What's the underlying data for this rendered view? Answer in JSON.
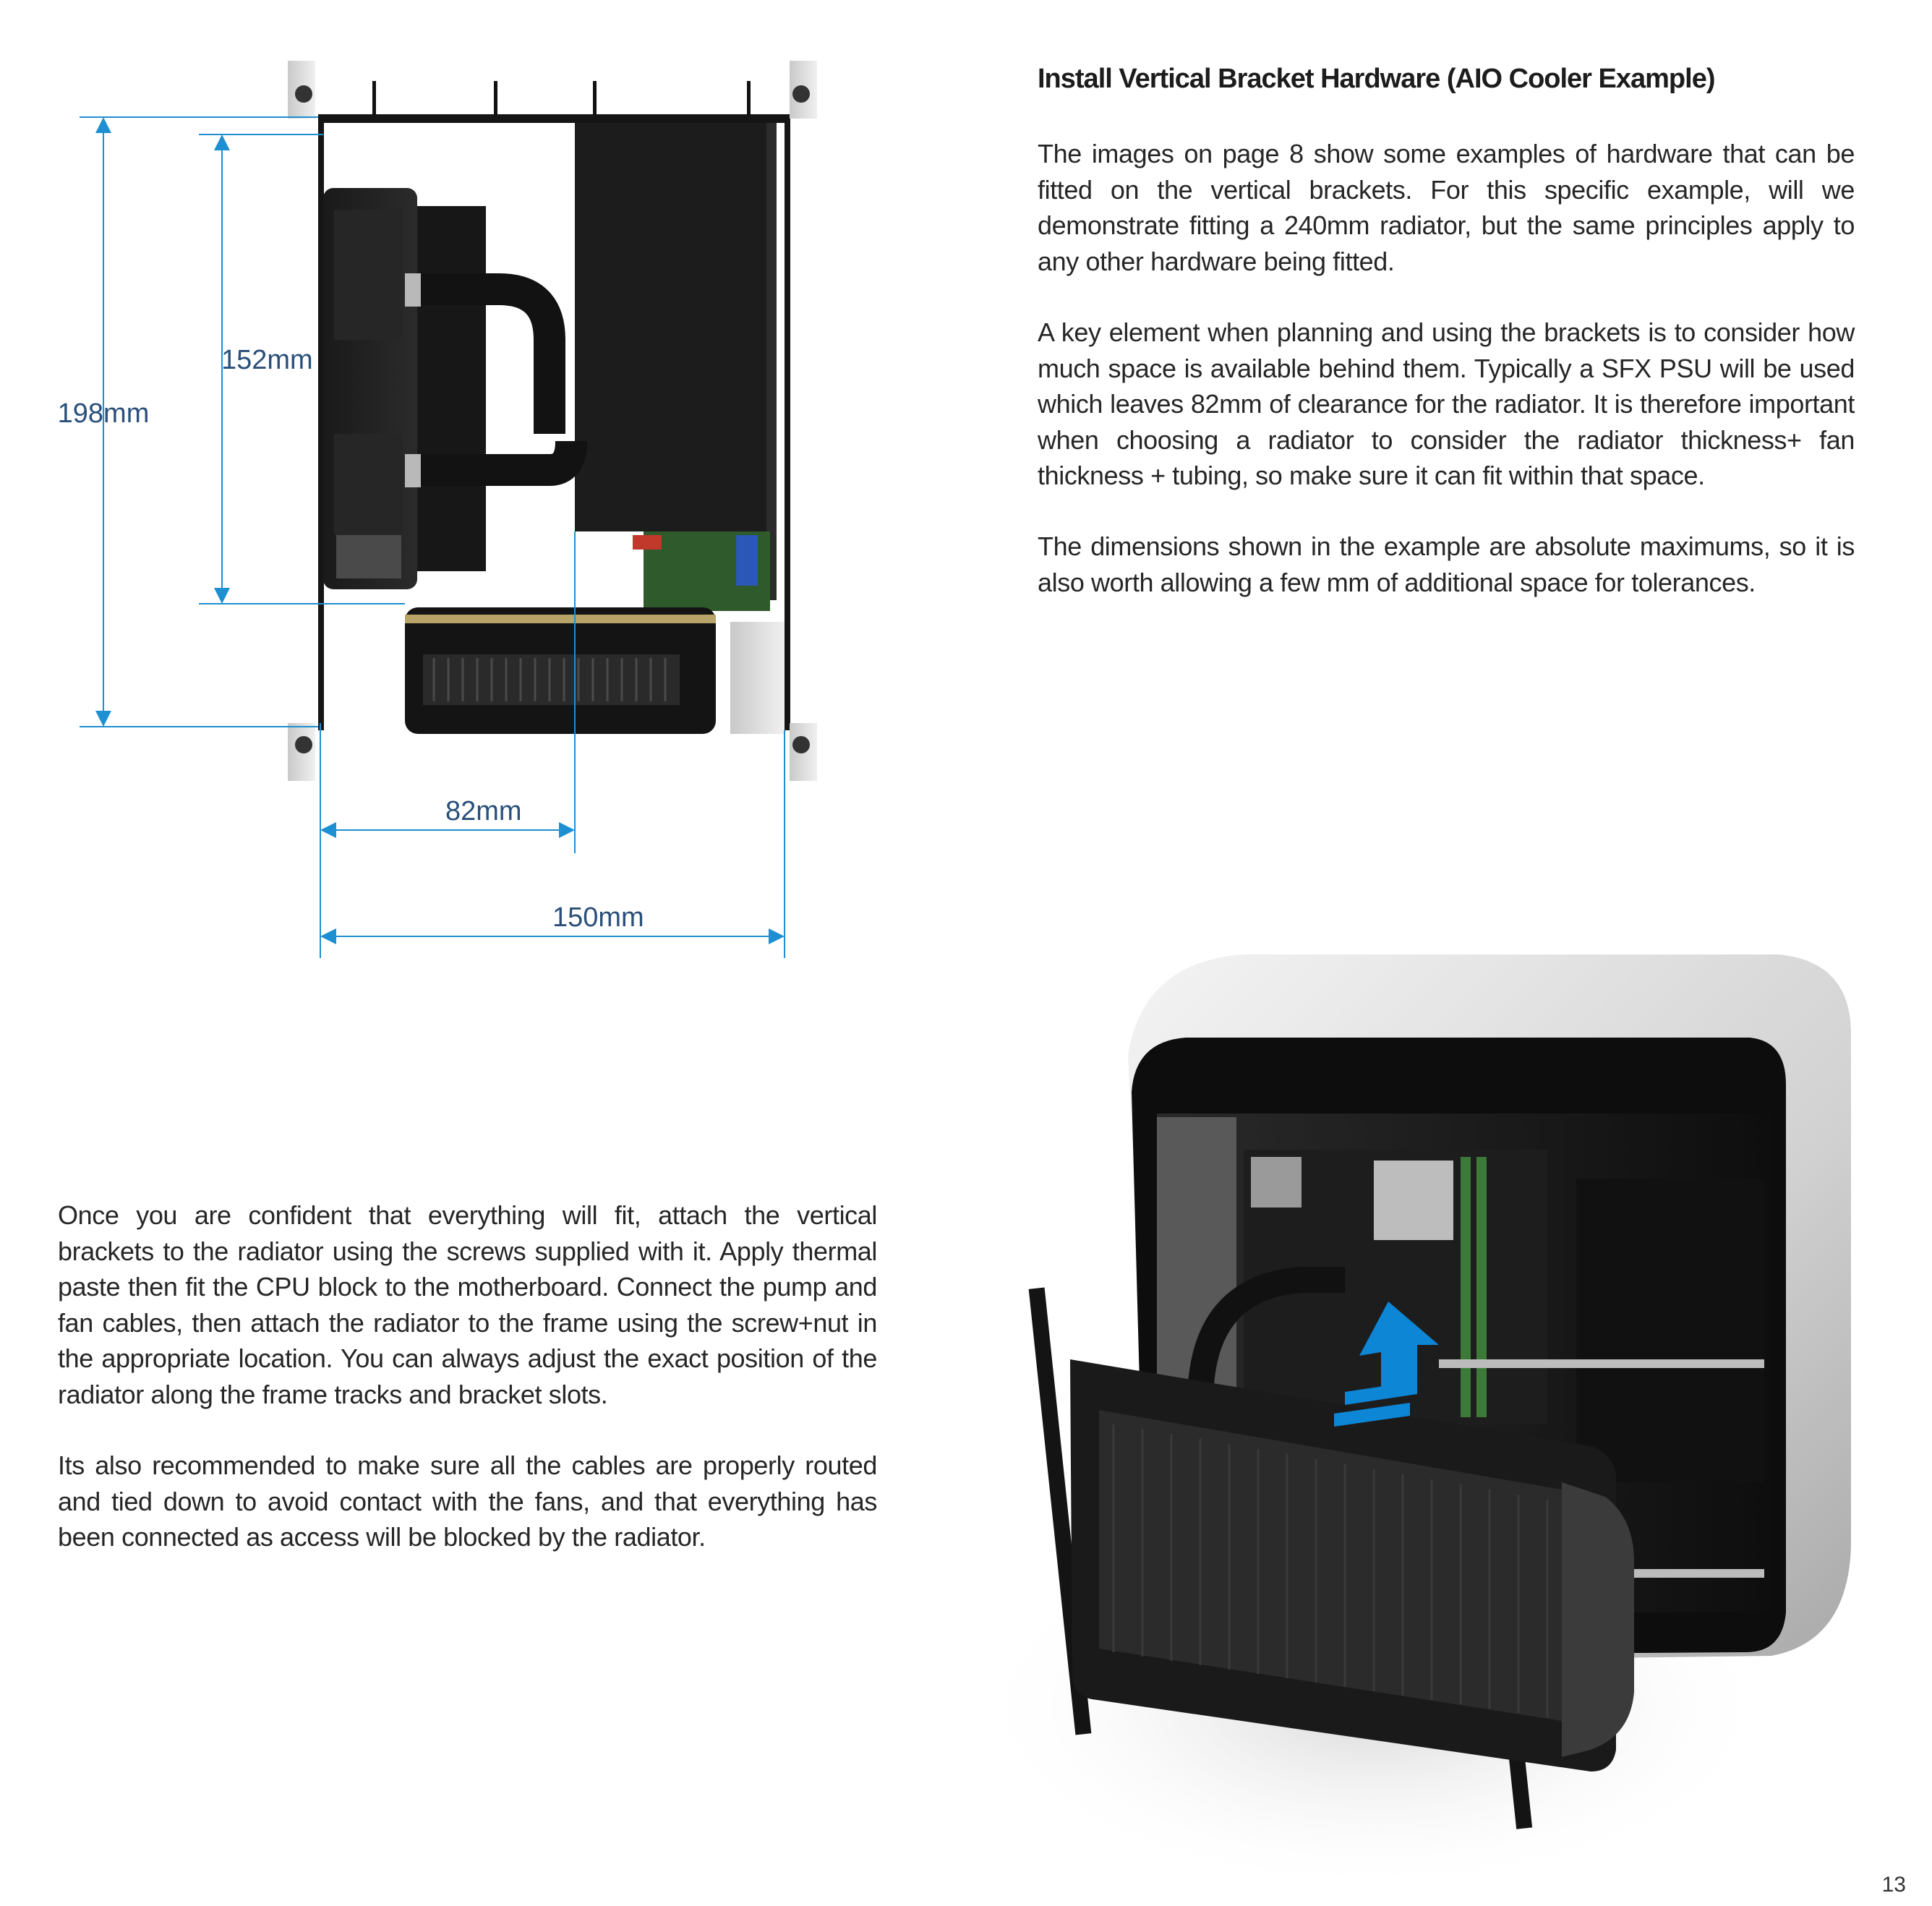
{
  "section": {
    "heading": "Install Vertical Bracket Hardware (AIO Cooler Example)",
    "paragraphs_right": [
      "The images on page 8 show some examples of hardware that can be fitted on the vertical brackets. For this specific example, will we demonstrate fitting a 240mm radiator, but the same principles apply to any other hardware being fitted.",
      "A key element when planning and using the brackets is to consider how much space is available behind them. Typically a SFX PSU will be used which leaves 82mm of clearance for the radiator. It is therefore important when choosing a radiator to consider the radiator thickness+ fan thickness + tubing, so make sure it can fit within that space.",
      "The dimensions shown in the example are absolute maximums, so it is also worth allowing a few mm of additional space for tolerances."
    ],
    "paragraphs_left": [
      "Once you are confident that everything will fit, attach the vertical brackets to the radiator using the screws supplied with it. Apply thermal paste then fit the CPU block to the motherboard. Connect the pump and fan cables, then attach the radiator to the frame using the screw+nut in the appropriate location. You can always adjust the exact position of the radiator along the frame tracks and bracket slots.",
      "Its also recommended to make sure all the cables are properly routed and tied down to avoid contact with the fans, and that everything has been connected as access will be blocked by the radiator."
    ]
  },
  "diagram": {
    "dimensions": {
      "height_outer": "198mm",
      "height_inner": "152mm",
      "width_clearance": "82mm",
      "width_total": "150mm"
    }
  },
  "page_number": "13",
  "colors": {
    "dimension_line": "#1e8fd0",
    "dimension_text": "#2a4f7a",
    "arrow": "#0d86d6"
  }
}
